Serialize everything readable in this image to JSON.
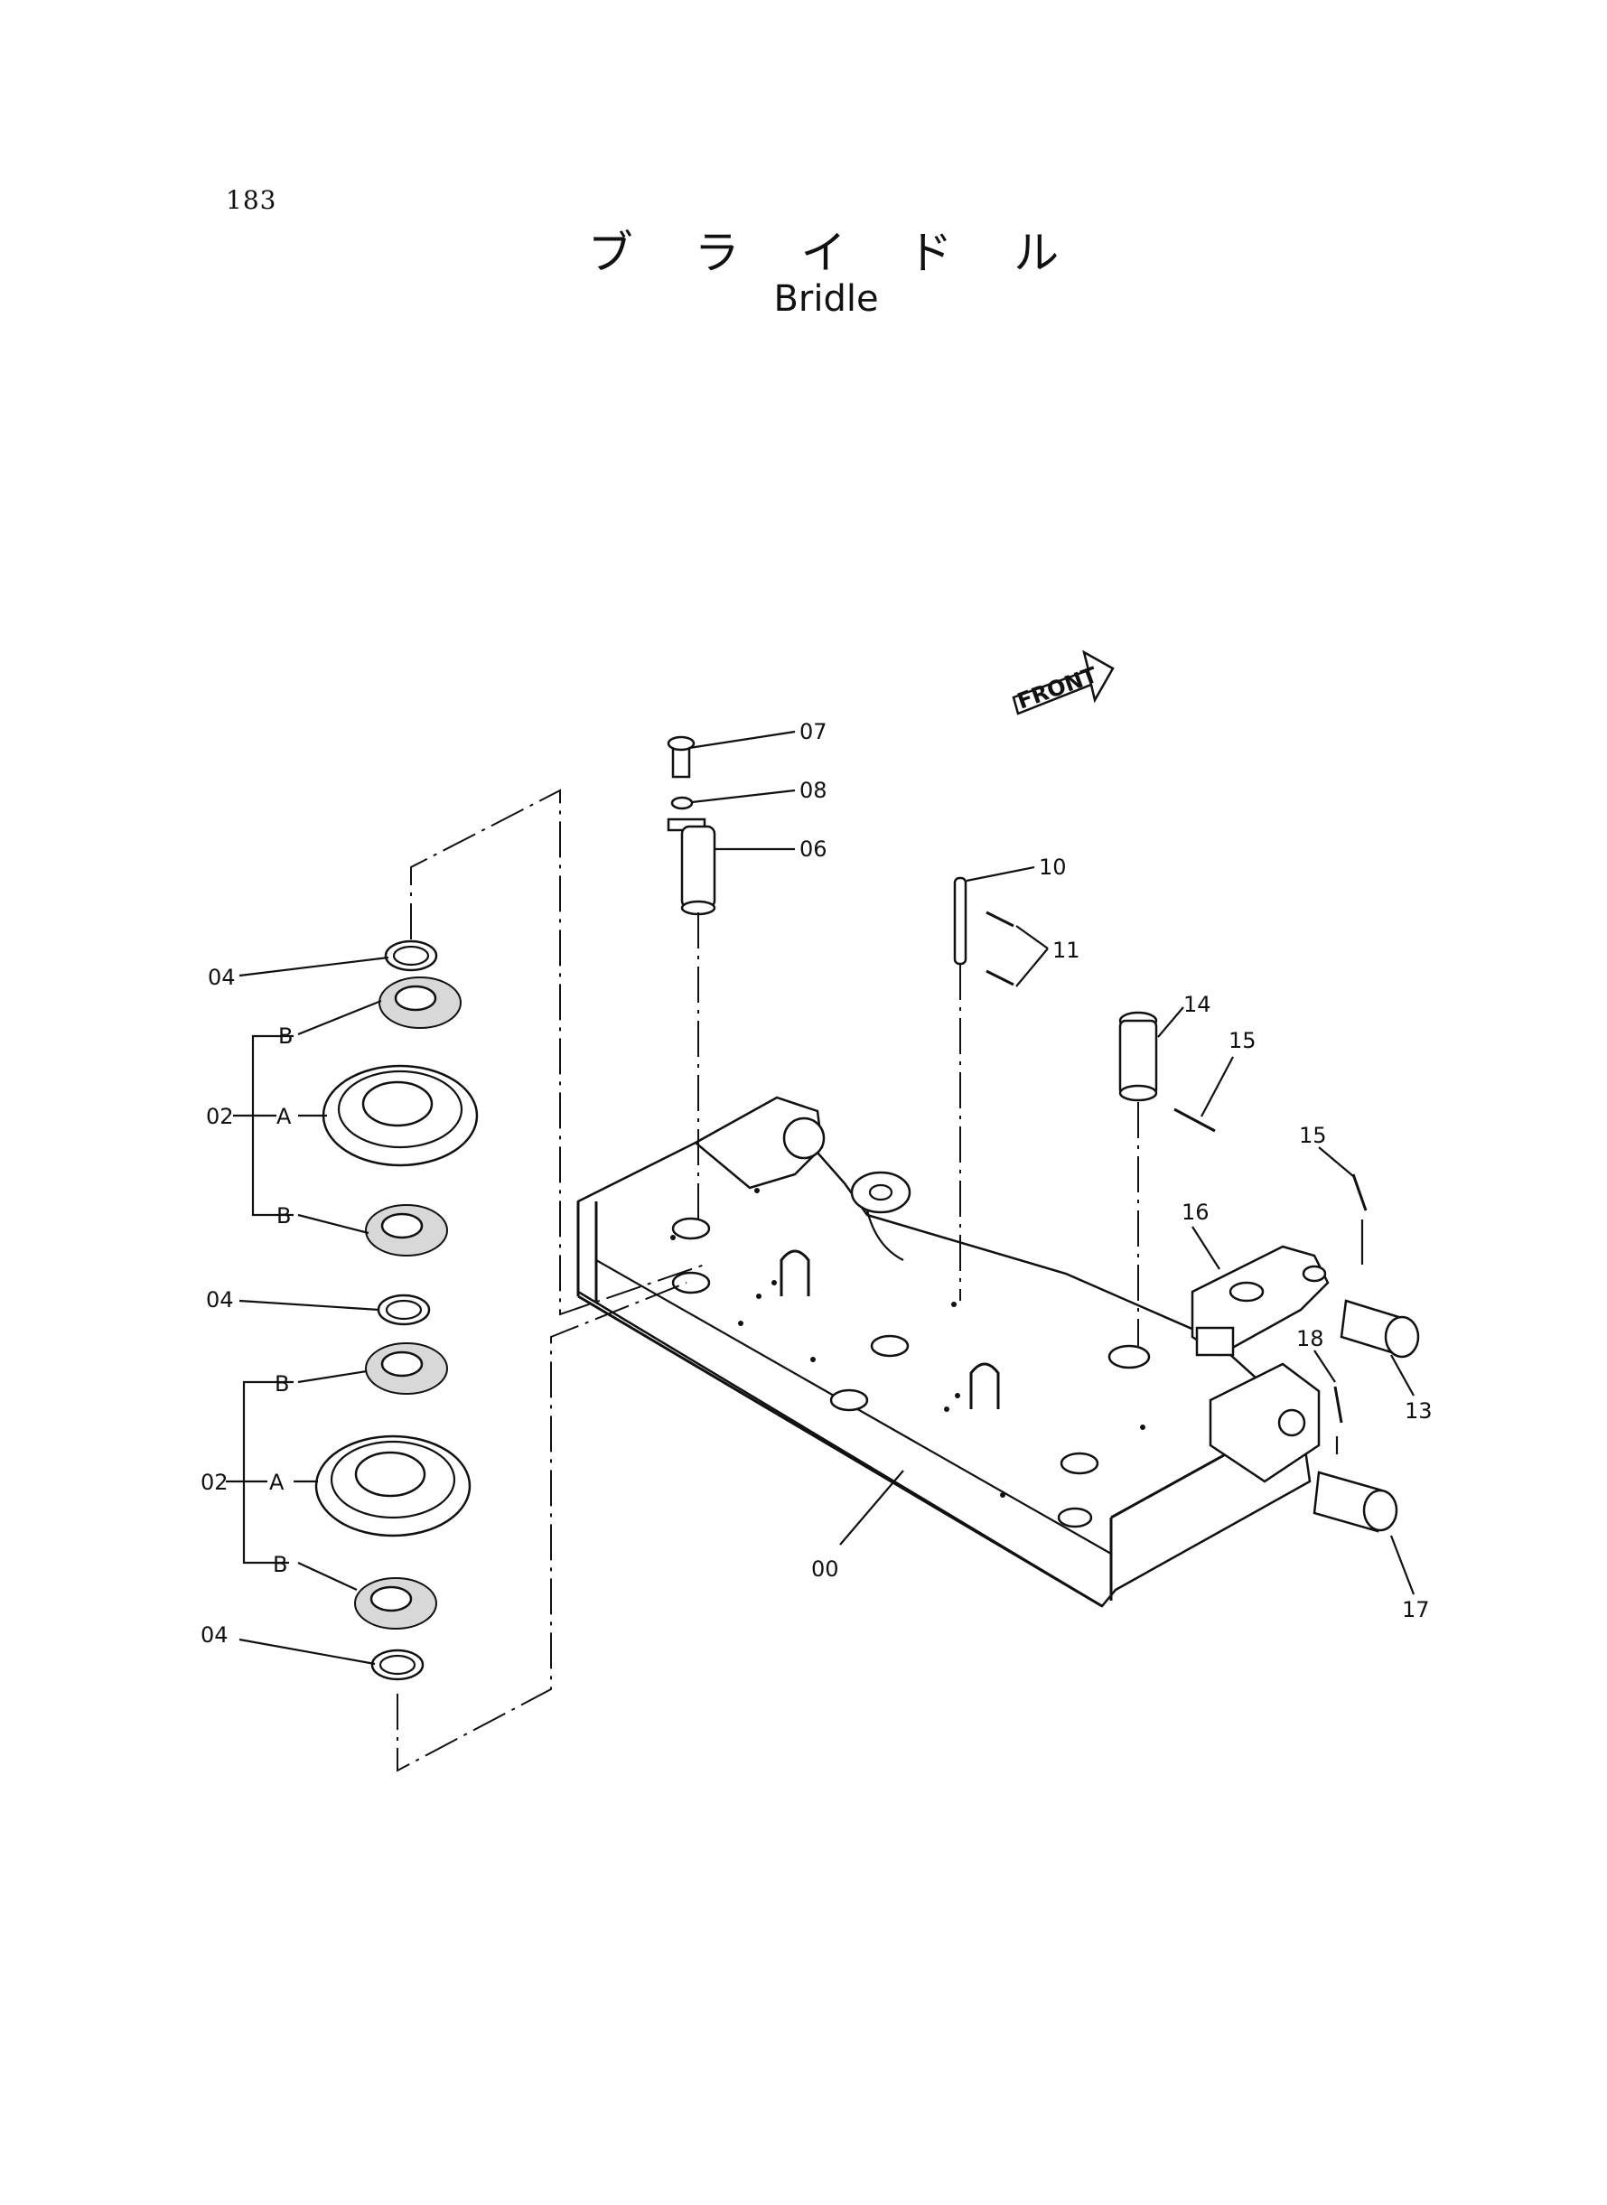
{
  "page_number": "183",
  "title_ja": "ブ ラ イ ド ル",
  "title_en": "Bridle",
  "front_marker": "FRONT",
  "part_labels": {
    "p00": "00",
    "p02_upper": "02",
    "p02_lower": "02",
    "p04_top": "04",
    "p04_mid": "04",
    "p04_bottom": "04",
    "p06": "06",
    "p07": "07",
    "p08": "08",
    "p10": "10",
    "p11": "11",
    "p13": "13",
    "p14": "14",
    "p15_a": "15",
    "p15_b": "15",
    "p16": "16",
    "p17": "17",
    "p18": "18",
    "sub_A_upper": "A",
    "sub_A_lower": "A",
    "sub_B_1": "B",
    "sub_B_2": "B",
    "sub_B_3": "B",
    "sub_B_4": "B"
  }
}
